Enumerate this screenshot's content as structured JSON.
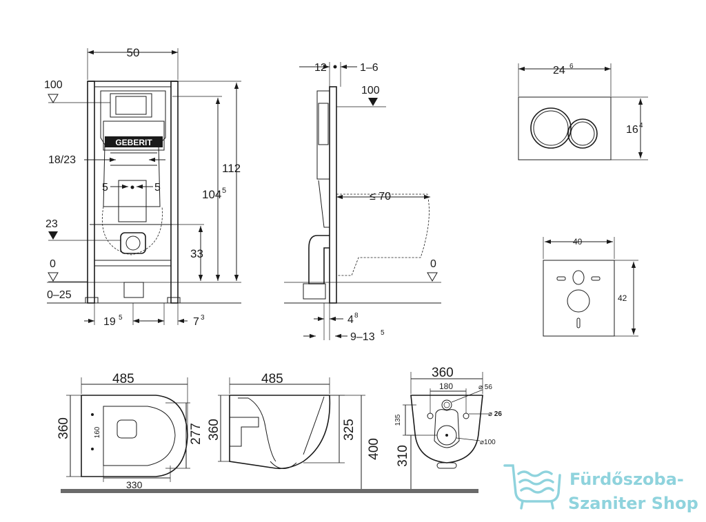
{
  "frame_front": {
    "width": "50",
    "level_left": "100",
    "height_total": "112",
    "height_inner": "104",
    "height_inner_sup": "5",
    "flush_pipe": "18/23",
    "offset_left": "5",
    "offset_right": "5",
    "level_mid": "23",
    "drain_height": "33",
    "floor": "0",
    "floor_range": "0–25",
    "bottom_left": "19",
    "bottom_left_sup": "5",
    "bottom_right": "7",
    "bottom_right_sup": "3",
    "brand": "GEBERIT"
  },
  "frame_side": {
    "depth": "12",
    "adjust": "1–6",
    "level_top": "100",
    "reach": "≤ 70",
    "floor": "0",
    "offset": "4",
    "offset_sup": "8",
    "range": "9–13",
    "range_sup": "5"
  },
  "plate": {
    "width": "24",
    "width_sup": "6",
    "height": "16",
    "height_sup": "4"
  },
  "gasket": {
    "width": "40",
    "height": "42"
  },
  "bowl_top": {
    "length": "485",
    "width": "360",
    "seat": "160",
    "inner_width": "277",
    "bottom": "330"
  },
  "bowl_side": {
    "length": "485",
    "height": "360",
    "inner_height": "325",
    "mount_height": "400"
  },
  "bowl_back": {
    "width": "360",
    "hole_spacing": "180",
    "hole_small": "⌀ 56",
    "hole_bolt": "⌀ 26",
    "hole_large": "⌀100",
    "vertical": "135",
    "height": "310"
  },
  "logo": {
    "line1": "Fürdőszoba-",
    "line2": "Szaniter Shop",
    "color": "#8fd3dd"
  }
}
